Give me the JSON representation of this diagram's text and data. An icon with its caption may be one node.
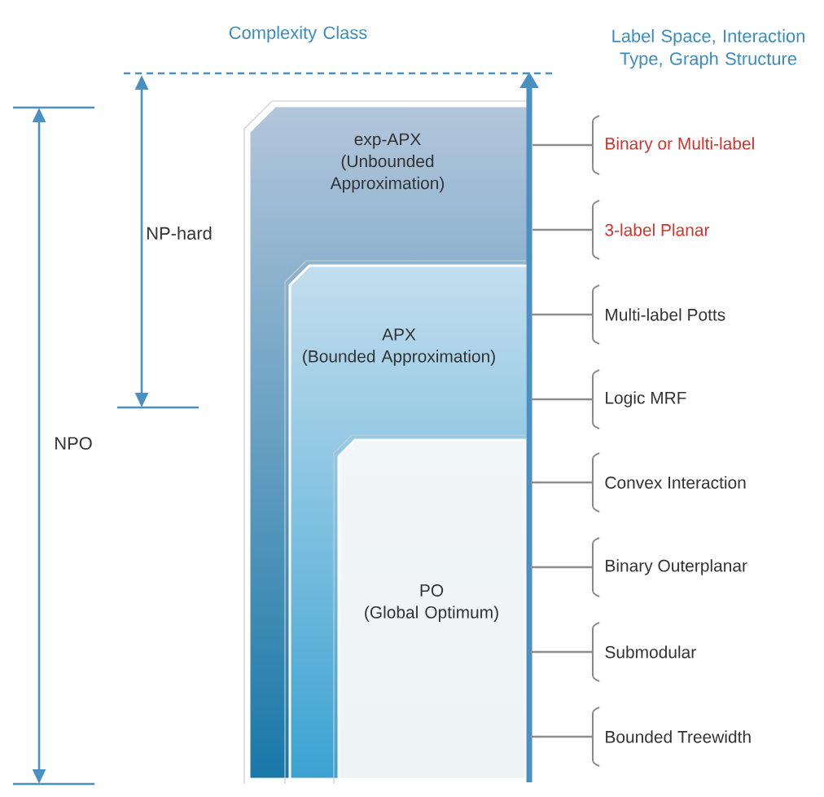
{
  "diagram": {
    "nodes": [
      {
        "text": [
          "exp-APX",
          "(Unbounded Approximation)"
        ]
      },
      {
        "text": [
          "APX",
          "(Bounded Approximation)"
        ],
        "in": 0
      },
      {
        "text": [
          "PO",
          "(Global Optimum)"
        ],
        "in": 1
      },
      {
        "text": [
          "Binary or Multi-label"
        ]
      },
      {
        "text": [
          "3-label Planar"
        ]
      },
      {
        "text": [
          "Multi-label Potts"
        ]
      },
      {
        "text": [
          "Logic MRF"
        ]
      },
      {
        "text": [
          "Convex Interaction"
        ]
      },
      {
        "text": [
          "Binary Outerplanar"
        ]
      },
      {
        "text": [
          "Submodular"
        ]
      },
      {
        "text": [
          "Bounded Treewidth"
        ]
      }
    ],
    "edges": [
      {
        "from": 3,
        "to": 0,
        "arrow": "none"
      },
      {
        "from": 4,
        "to": 0,
        "arrow": "none"
      },
      {
        "from": 5,
        "to": 1,
        "arrow": "none"
      },
      {
        "from": 6,
        "to": 1,
        "arrow": "none"
      },
      {
        "from": 7,
        "to": 2,
        "arrow": "none"
      },
      {
        "from": 8,
        "to": 2,
        "arrow": "none"
      },
      {
        "from": 9,
        "to": 2,
        "arrow": "none"
      },
      {
        "from": 10,
        "to": 2,
        "arrow": "none"
      }
    ],
    "labels": [
      "Complexity Class",
      "Label Space, Interaction Type, Graph Structure",
      "NP-hard",
      "NPO"
    ]
  }
}
